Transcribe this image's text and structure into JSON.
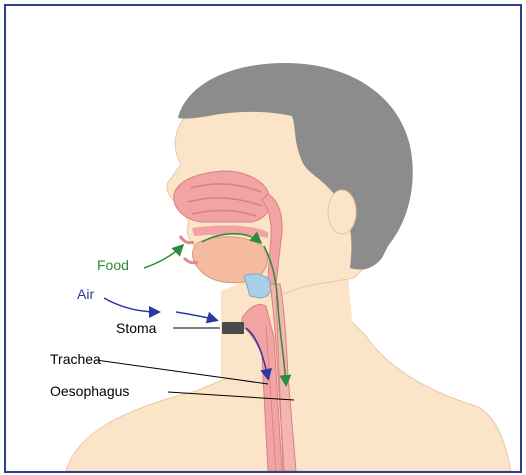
{
  "labels": {
    "food": "Food",
    "air": "Air",
    "stoma": "Stoma",
    "trachea": "Trachea",
    "oesophagus": "Oesophagus"
  },
  "colors": {
    "frame": "#2c3f8f",
    "skin": "#fbe4c8",
    "hair": "#8c8c8c",
    "mucosa": "#f2a3a3",
    "tongue": "#f4bba0",
    "food_arrow": "#2e8b3a",
    "air_arrow": "#2b3a9e",
    "leader_line": "#000000"
  }
}
